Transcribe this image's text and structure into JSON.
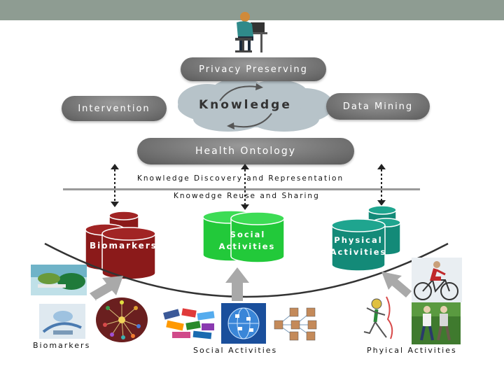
{
  "diagram": {
    "privacy": "Privacy Preserving",
    "knowledge": "Knowledge",
    "intervention": "Intervention",
    "data_mining": "Data Mining",
    "health_ontology": "Health Ontology",
    "discovery": "Knowledge Discovery and Representation",
    "reuse": "Knowedge Reuse and Sharing",
    "db_biomarkers": "Biomarkers",
    "db_social_line1": "Social",
    "db_social_line2": "Activities",
    "db_physical_line1": "Physical",
    "db_physical_line2": "Activities",
    "caption_biomarkers": "Biomarkers",
    "caption_social": "Social Activities",
    "caption_physical": "Phyical Activities"
  },
  "colors": {
    "topbar": "#8e9c92",
    "pill": "#6e6e6e",
    "cloud": "#b7c3c9",
    "biomarkers_db": "#8b1a1a",
    "social_db": "#22c93a",
    "physical_db": "#138a78",
    "arrow": "#a9a9a9"
  },
  "icons": [
    "person-at-desk-icon",
    "cycle-arrows-icon",
    "lab-gloves-photo-icon",
    "lab-equipment-photo-icon",
    "molecule-network-icon",
    "social-logos-icon",
    "social-globe-icon",
    "contact-network-icon",
    "running-woman-icon",
    "cyclist-photo-icon",
    "walking-couple-photo-icon"
  ]
}
